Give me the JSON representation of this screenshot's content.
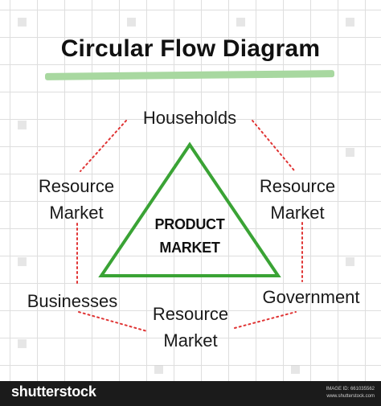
{
  "title": "Circular Flow Diagram",
  "nodes": {
    "households": "Households",
    "businesses": "Businesses",
    "government": "Government"
  },
  "resource_markets": {
    "left": [
      "Resource",
      "Market"
    ],
    "right": [
      "Resource",
      "Market"
    ],
    "bottom": [
      "Resource",
      "Market"
    ]
  },
  "product_market": [
    "PRODUCT",
    "MARKET"
  ],
  "footer": {
    "logo": "shutterstock",
    "image_id_line": "IMAGE ID: 661035562",
    "site": "www.shutterstock.com"
  },
  "colors": {
    "triangle": "#3aa335",
    "connector": "#e03434",
    "highlight": "#a8d8a0",
    "footer_bg": "#1b1b1b"
  }
}
